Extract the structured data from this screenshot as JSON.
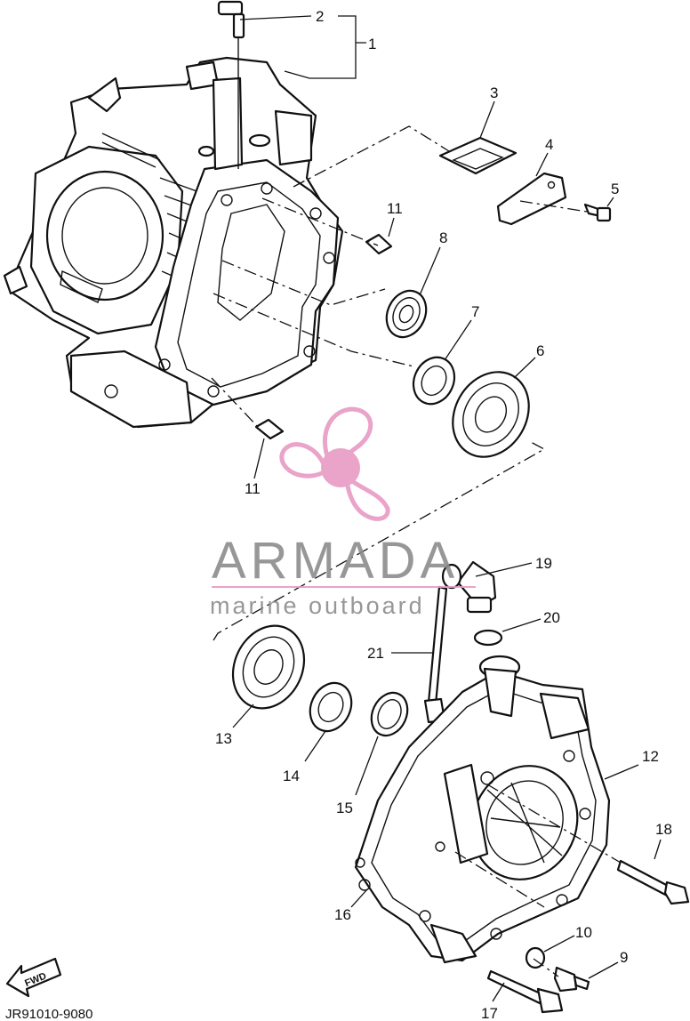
{
  "callouts": [
    "1",
    "2",
    "3",
    "4",
    "5",
    "6",
    "7",
    "8",
    "9",
    "10",
    "11",
    "11",
    "12",
    "13",
    "14",
    "15",
    "16",
    "17",
    "18",
    "19",
    "20",
    "21"
  ],
  "fwd_label": "FWD",
  "diagram_code": "JR91010-9080",
  "watermark": {
    "brand": "ARMADA",
    "tagline": "marine outboard",
    "logo_color": "#e89ac4",
    "text_color": "#8c8c8c"
  }
}
